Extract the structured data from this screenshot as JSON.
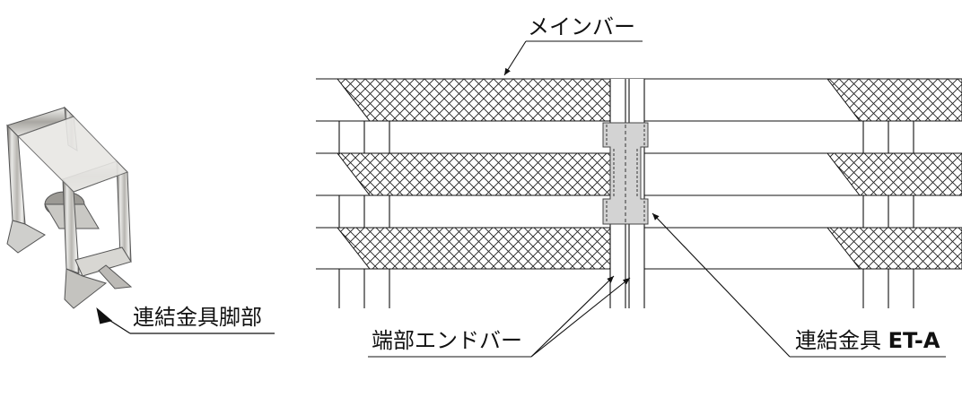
{
  "labels": {
    "main_bar": "メインバー",
    "end_bar": "端部エンドバー",
    "connector": "連結金具",
    "connector_model": "ET-A",
    "clip_leg": "連結金具脚部"
  },
  "colors": {
    "line": "#111111",
    "hatch": "#222222",
    "connector_fill": "#d3d3d3",
    "metal_light": "#e9e9e7",
    "metal_mid": "#b7b5b0",
    "metal_dark": "#6e6b66"
  }
}
